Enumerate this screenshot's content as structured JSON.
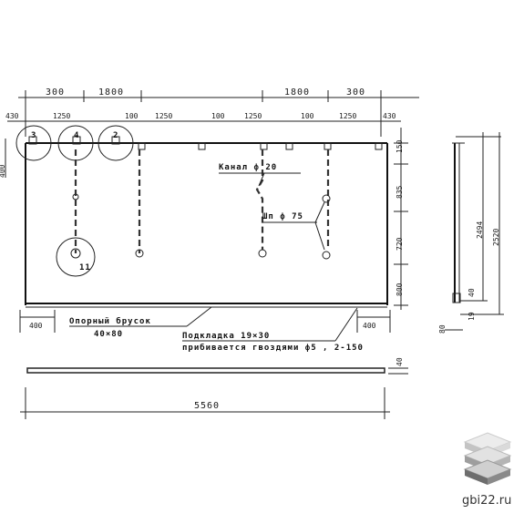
{
  "top_dims_row1": [
    "300",
    "1800",
    "1800",
    "300"
  ],
  "top_dims_row2": [
    "430",
    "1250",
    "100",
    "1250",
    "100",
    "1250",
    "100",
    "1250",
    "430"
  ],
  "hole_markers": [
    "3",
    "4",
    "2"
  ],
  "bottom_hole_marker": "11",
  "left_dim": "400",
  "right_dims": [
    "150",
    "835",
    "720",
    "800"
  ],
  "callout_channel": "Канал ф 20",
  "callout_sleeve": "Шп ф 75",
  "label_bar": "Опорный брусок",
  "label_bar_size": "40×80",
  "label_pad": "Подкладка 19×30",
  "label_nails": "прибивается гвоздями ф5 , 2-150",
  "bottom_left_dim": "400",
  "bottom_right_dim": "400",
  "bar_dim": "40",
  "overall_length": "5560",
  "side_dims": [
    "2494",
    "2520"
  ],
  "side_bottom_dims": [
    "40",
    "19",
    "80"
  ],
  "watermark": "gbi22.ru"
}
